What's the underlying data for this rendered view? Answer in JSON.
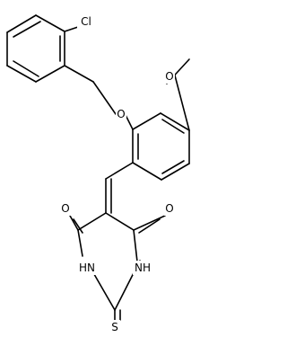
{
  "molecule": {
    "atoms": [
      {
        "id": "a1",
        "label": "Cl",
        "kind": "chlorine"
      },
      {
        "id": "a2",
        "label": "O",
        "kind": "ether-oxygen"
      },
      {
        "id": "a3",
        "label": "O",
        "kind": "methoxy-oxygen"
      },
      {
        "id": "a4",
        "label": "O",
        "kind": "carbonyl-oxygen"
      },
      {
        "id": "a5",
        "label": "O",
        "kind": "carbonyl-oxygen"
      },
      {
        "id": "a6",
        "label": "HN",
        "kind": "amine"
      },
      {
        "id": "a7",
        "label": "NH",
        "kind": "amine"
      },
      {
        "id": "a8",
        "label": "S",
        "kind": "thione-sulfur"
      }
    ]
  },
  "colors": {
    "bond": "#000000",
    "text": "#000000",
    "background": "#ffffff"
  }
}
